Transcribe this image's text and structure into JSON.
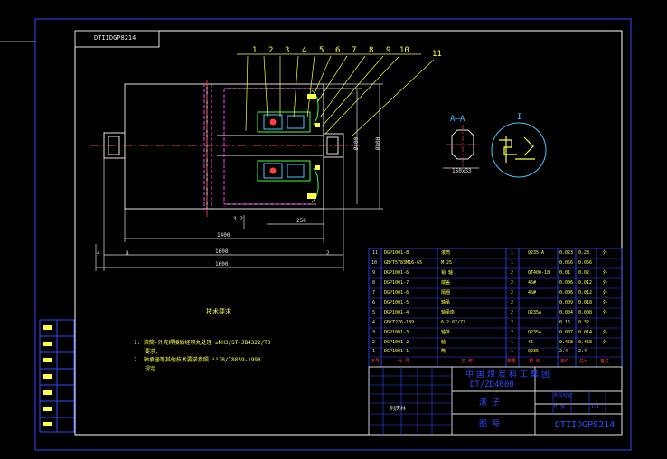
{
  "title_tag": "DTIIDGP8214",
  "part_numbers": [
    "1",
    "2",
    "3",
    "4",
    "5",
    "6",
    "7",
    "8",
    "9",
    "10",
    "11"
  ],
  "section_label": "A—A",
  "detail_label": "I",
  "dims": {
    "d1": "1400",
    "d2": "1600",
    "d3": "1600",
    "d4": "4",
    "d5": "8",
    "d6": "2",
    "v1": "Ø400",
    "v2": "Ø800",
    "v3": "250",
    "v4": "3.2",
    "v5": "160x33"
  },
  "notes": {
    "heading": "技术要求",
    "line1": "1. 滚筒-外壳焊接后经喷丸处理 ≥NH3/ST-JB4322/T3",
    "line1b": "要求.",
    "line2": "2. 轴承座等其他技术要求参照 ²³JB/T8859-1998",
    "line2b": "规定."
  },
  "parts": [
    {
      "no": "11",
      "code": "DGP1001-8",
      "name": "滚筒",
      "qty": "1",
      "mat": "Q235-A",
      "w1": "0.023",
      "w2": "0.23",
      "note": "外"
    },
    {
      "no": "10",
      "code": "GB/T5783M16-65",
      "name": "M 25",
      "qty": "1",
      "mat": "",
      "w1": "0.056",
      "w2": "0.056",
      "note": ""
    },
    {
      "no": "9",
      "code": "DGP1001-6",
      "name": "销 轴",
      "qty": "2",
      "mat": "QT400-18",
      "w1": "0.01",
      "w2": "0.02",
      "note": "外"
    },
    {
      "no": "8",
      "code": "DGP1001-7",
      "name": "端盖",
      "qty": "2",
      "mat": "45#",
      "w1": "0.006",
      "w2": "0.012",
      "note": "外"
    },
    {
      "no": "7",
      "code": "DGP1001-6",
      "name": "隔圈",
      "qty": "2",
      "mat": "45#",
      "w1": "0.006",
      "w2": "0.012",
      "note": "外"
    },
    {
      "no": "6",
      "code": "DGP1001-5",
      "name": "轴承",
      "qty": "2",
      "mat": "",
      "w1": "0.009",
      "w2": "0.018",
      "note": "外"
    },
    {
      "no": "5",
      "code": "DGP1001-4",
      "name": "轴承座",
      "qty": "2",
      "mat": "Q235A",
      "w1": "0.004",
      "w2": "0.008",
      "note": "外"
    },
    {
      "no": "4",
      "code": "GB/T276-189",
      "name": "6 2 07/ZZ",
      "qty": "2",
      "mat": "",
      "w1": "0.16",
      "w2": "0.32",
      "note": ""
    },
    {
      "no": "3",
      "code": "DGP1001-3",
      "name": "轴体",
      "qty": "2",
      "mat": "Q235A",
      "w1": "0.007",
      "w2": "0.014",
      "note": "外"
    },
    {
      "no": "2",
      "code": "DGP1001-2",
      "name": "轴",
      "qty": "1",
      "mat": "45",
      "w1": "0.458",
      "w2": "0.458",
      "note": "外"
    },
    {
      "no": "1",
      "code": "DGP1001-1",
      "name": "筒",
      "qty": "1",
      "mat": "Q235",
      "w1": "2.4",
      "w2": "2.4",
      "note": ""
    }
  ],
  "header_row": [
    "序号",
    "代 号",
    "名 称",
    "数量",
    "材 料",
    "单件",
    "总计",
    "备注"
  ],
  "title_block": {
    "company": "中国煤炭科工集团",
    "model": "DT/ZD4000",
    "name": "滚 子",
    "drawing_label": "图 号",
    "drawing_no": "DTIIDGP8214",
    "designer": "刘庆林",
    "stage": "阶段标记",
    "scale": "1:1",
    "sheet": "共 张"
  }
}
